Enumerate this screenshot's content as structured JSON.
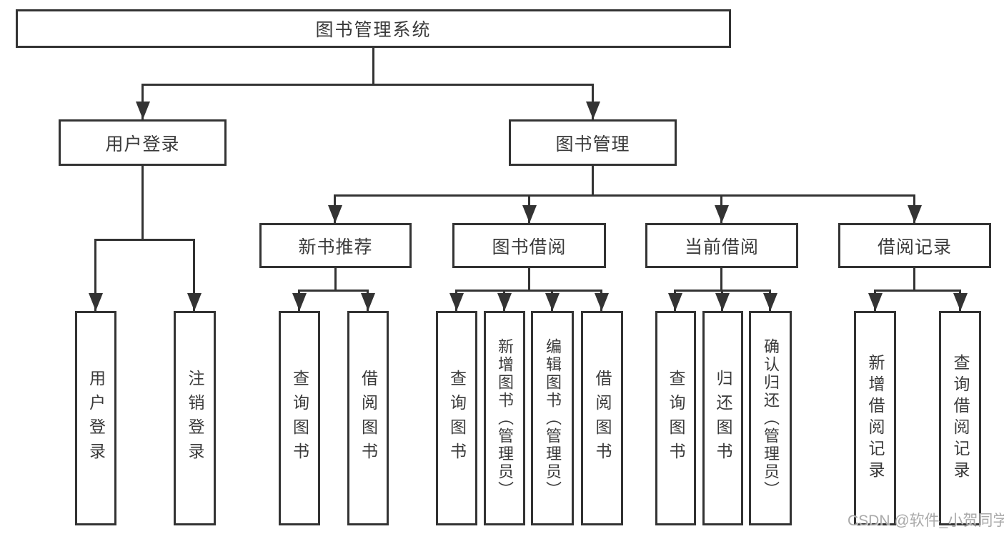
{
  "tree": {
    "root": "图书管理系统",
    "branches": [
      {
        "label": "用户登录",
        "children": [
          "用户登录",
          "注销登录"
        ]
      },
      {
        "label": "图书管理",
        "groups": [
          {
            "label": "新书推荐",
            "children": [
              "查询图书",
              "借阅图书"
            ]
          },
          {
            "label": "图书借阅",
            "children": [
              "查询图书",
              "新增图书（管理员）",
              "编辑图书（管理员）",
              "借阅图书"
            ]
          },
          {
            "label": "当前借阅",
            "children": [
              "查询图书",
              "归还图书",
              "确认归还（管理员）"
            ]
          },
          {
            "label": "借阅记录",
            "children": [
              "新增借阅记录",
              "查询借阅记录"
            ]
          }
        ]
      }
    ]
  },
  "watermark": "CSDN @软件_小贺同学",
  "colors": {
    "line": "#333333",
    "text": "#3a3a3a",
    "background": "#ffffff",
    "watermark": "#a0a0a0"
  }
}
